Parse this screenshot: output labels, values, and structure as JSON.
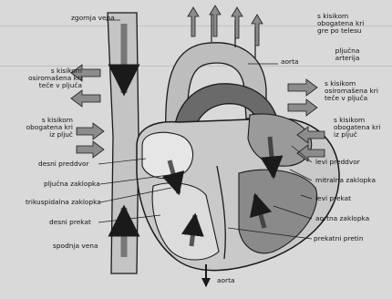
{
  "labels": {
    "superior_vena_cava": "zgornja vena",
    "o2_rich_to_body_1": "s kisikom",
    "o2_rich_to_body_2": "obogatena kri",
    "o2_rich_to_body_3": "gre po telesu",
    "aorta_top": "aorta",
    "pulmonary_artery_1": "pljučna",
    "pulmonary_artery_2": "arterija",
    "o2_poor_left_1": "s kisikom",
    "o2_poor_left_2": "osiromašena kri",
    "o2_poor_left_3": "teče v pljuča",
    "o2_poor_right_1": "s kisikom",
    "o2_poor_right_2": "osiromašena kri",
    "o2_poor_right_3": "teče v pljuča",
    "o2_rich_left_1": "s kisikom",
    "o2_rich_left_2": "obogatena kri",
    "o2_rich_left_3": "iz pljuč",
    "o2_rich_right_1": "s kisikom",
    "o2_rich_right_2": "obogatena kri",
    "o2_rich_right_3": "iz pljuč",
    "right_atrium": "desni preddvor",
    "left_atrium": "levi preddvor",
    "mitral_valve": "mitralna zaklopka",
    "pulmonary_valve": "pljučna zaklopka",
    "left_ventricle": "levi prekat",
    "tricuspid_valve": "trikuspidalna zaklopka",
    "aortic_valve": "aortna zaklopka",
    "right_ventricle": "desni prekat",
    "septum": "prekatni pretin",
    "inferior_vena_cava": "spodnja vena",
    "aorta_bottom": "aorta"
  },
  "colors": {
    "background": "#d9d9d9",
    "outline": "#1a1a1a",
    "vessel_fill": "#bfbfbf",
    "dark_fill": "#6a6a6a",
    "arrow_fill": "#8c8c8c"
  }
}
